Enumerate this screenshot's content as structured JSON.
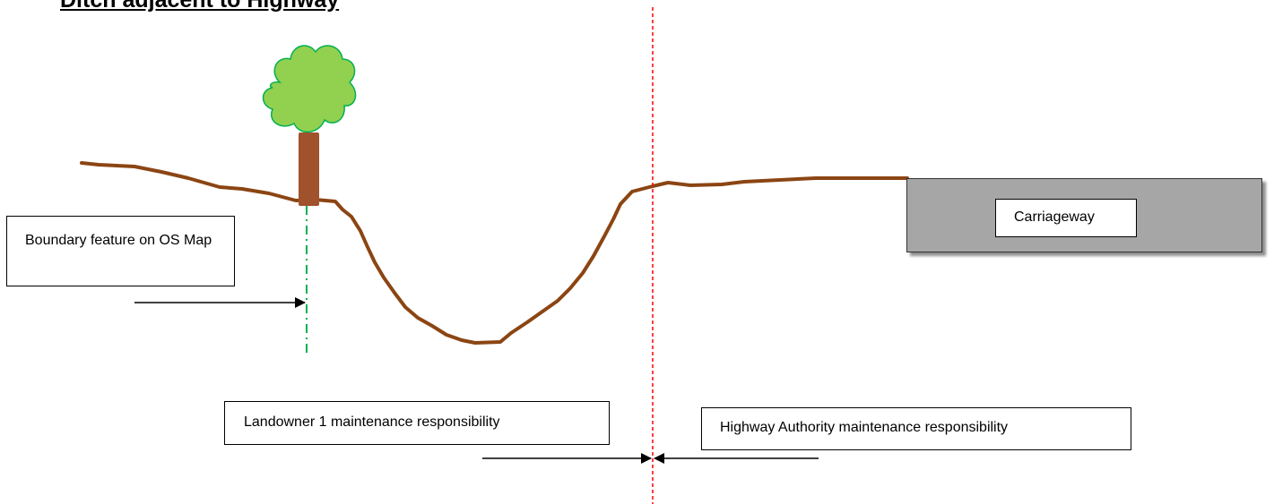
{
  "diagram": {
    "title": "Ditch adjacent to Highway",
    "labels": {
      "boundary_feature": "Boundary feature on OS Map",
      "landowner": "Landowner 1 maintenance responsibility",
      "highway_authority": "Highway Authority maintenance responsibility",
      "carriageway": "Carriageway"
    },
    "colors": {
      "ground_line": "#8B4513",
      "tree_canopy": "#92D050",
      "tree_outline": "#00B050",
      "tree_trunk": "#A0522D",
      "boundary_line": "#00B050",
      "division_line": "#FF0000",
      "carriageway": "#A6A6A6"
    }
  }
}
